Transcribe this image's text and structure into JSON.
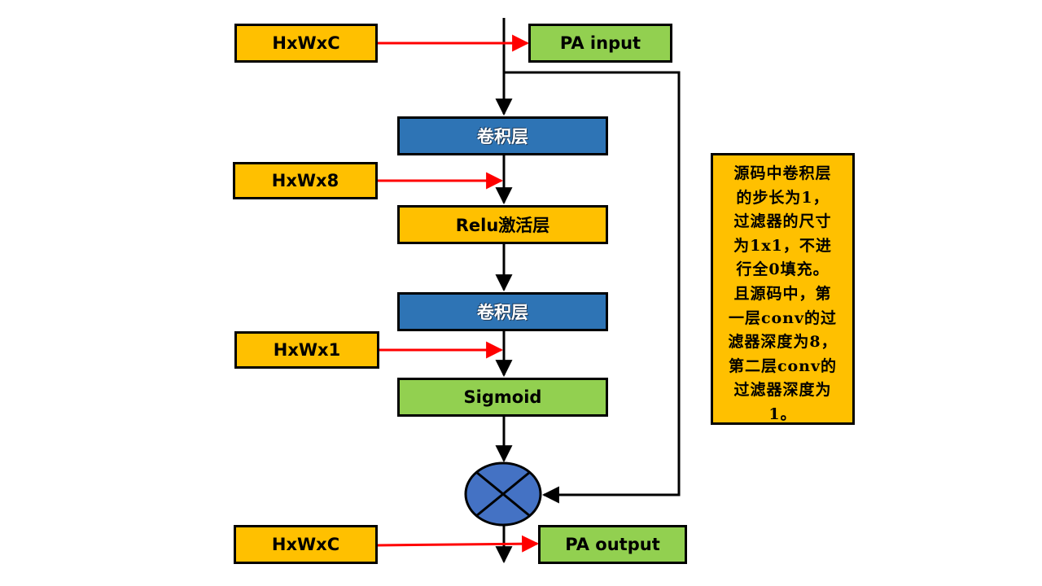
{
  "colors": {
    "yellow": "#ffc000",
    "green": "#92d050",
    "blue": "#2e74b5",
    "multiply_node": "#4472c4",
    "connector_arrow": "#ff0000",
    "flow_arrow": "#000000"
  },
  "labels": {
    "input_shape": "HxWxC",
    "pa_input": "PA input",
    "conv1": "卷积层",
    "shape_after_conv1": "HxWx8",
    "relu": "Relu激活层",
    "conv2": "卷积层",
    "shape_after_conv2": "HxWx1",
    "sigmoid": "Sigmoid",
    "output_shape": "HxWxC",
    "pa_output": "PA output"
  },
  "note": {
    "lines": [
      "源码中卷积层",
      "的步长为1，",
      "过滤器的尺寸",
      "为1x1，不进",
      "行全0填充。",
      "且源码中，第",
      "一层conv的过",
      "滤器深度为8，",
      "第二层conv的",
      "过滤器深度为",
      "1。"
    ]
  },
  "multiply_node": {
    "symbol": "multiply-cross-icon"
  }
}
